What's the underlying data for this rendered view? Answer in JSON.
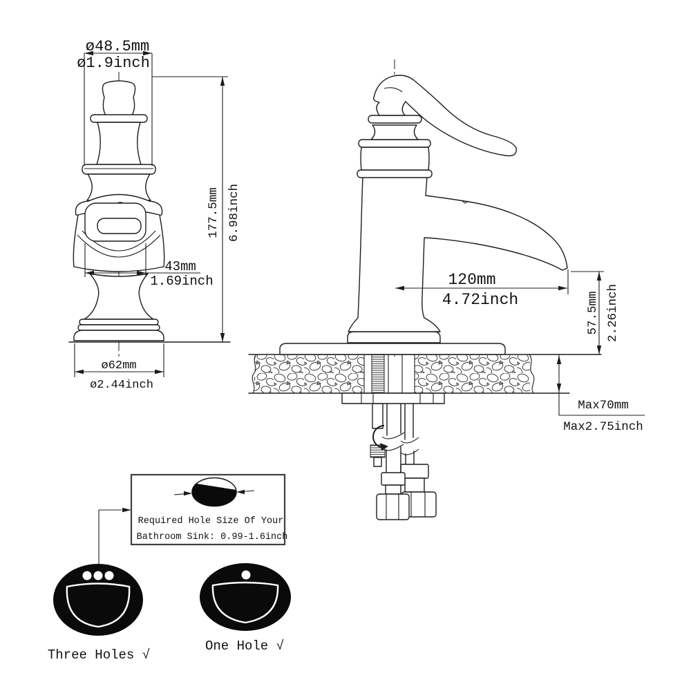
{
  "title": "faucet-dimension-diagram",
  "colors": {
    "line": "#1c1c1c",
    "box_border": "#3f3f3f",
    "sink_fill": "#0a0a0a",
    "background": "#ffffff"
  },
  "dims": {
    "front": {
      "width_top": {
        "mm": "ø48.5mm",
        "inch": "ø1.9inch"
      },
      "height": {
        "mm": "177.5mm",
        "inch": "6.98inch"
      },
      "spout_width": {
        "mm": "43mm",
        "inch": "1.69inch"
      },
      "base_width": {
        "mm": "ø62mm",
        "inch": "ø2.44inch"
      }
    },
    "side": {
      "spout_reach": {
        "mm": "120mm",
        "inch": "4.72inch"
      },
      "spout_height": {
        "mm": "57.5mm",
        "inch": "2.26inch"
      },
      "mount_thickness": {
        "mm": "Max70mm",
        "inch": "Max2.75inch"
      }
    }
  },
  "note": {
    "line1": "Required Hole Size Of Your",
    "line2": "Bathroom Sink: 0.99-1.6inch"
  },
  "sinks": [
    {
      "label": "Three Holes √",
      "holes": 3
    },
    {
      "label": "One Hole √",
      "holes": 1
    }
  ]
}
